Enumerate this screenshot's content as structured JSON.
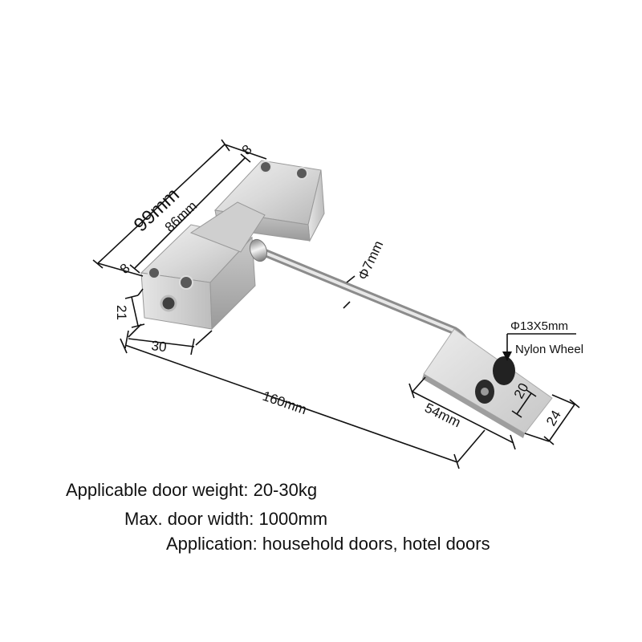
{
  "dimensions": {
    "overall_length": "99mm",
    "inner_length": "86mm",
    "end_offset_top": "8",
    "end_offset_bottom": "8",
    "height": "21",
    "depth": "30",
    "total_length": "160mm",
    "rod_diameter": "Φ7mm",
    "plate_length": "54mm",
    "plate_inner_width": "20",
    "plate_width": "24"
  },
  "callout": {
    "wheel_size": "Φ13X5mm",
    "wheel_label": "Nylon Wheel"
  },
  "specs": {
    "weight": "Applicable door weight: 20-30kg",
    "width": "Max. door width: 1000mm",
    "application": "Application: household doors, hotel doors"
  }
}
